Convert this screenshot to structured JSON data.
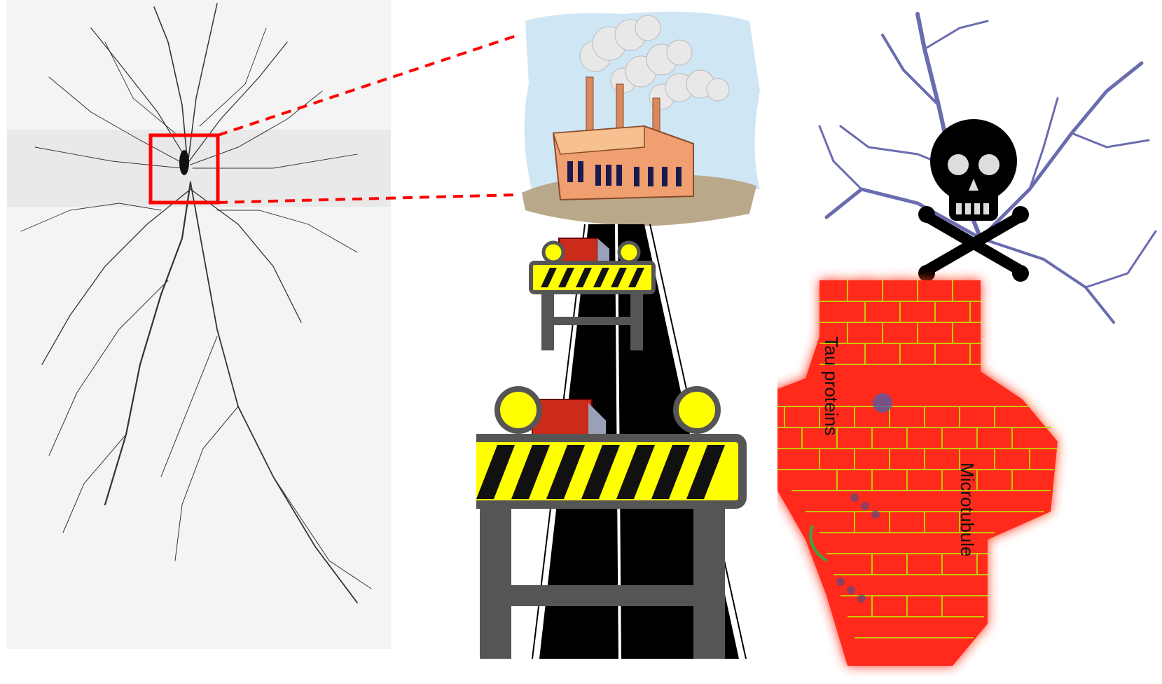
{
  "labels": {
    "tau_proteins": "Tau proteins",
    "microtubule": "Microtubule"
  },
  "colors": {
    "highlight_box": "#ff0000",
    "barrier_yellow": "#ffff00",
    "barrier_grey": "#555555",
    "road": "#000000",
    "sky": "#cfe6f5",
    "factory": "#f0a070",
    "dendrite_blue": "#6a6cb0",
    "brick_red": "#ff2a1a",
    "mortar": "#c8c800"
  },
  "icons": {
    "neuron": "neuron-micrograph",
    "factory": "factory-icon",
    "road": "road-icon",
    "barrier": "road-barrier-icon",
    "skull": "skull-crossbones-icon",
    "brick_wall": "brick-wall-icon"
  }
}
